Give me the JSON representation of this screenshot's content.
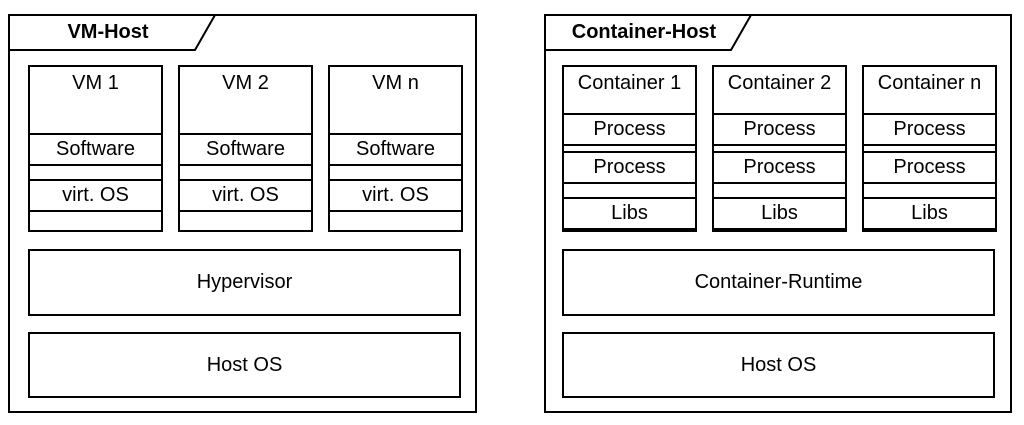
{
  "colors": {
    "border": "#000000",
    "background": "#ffffff",
    "text": "#000000"
  },
  "diagrams": [
    {
      "title": "VM-Host",
      "stacks": [
        {
          "title": "VM 1",
          "rows": [
            "Software",
            "virt. OS"
          ]
        },
        {
          "title": "VM 2",
          "rows": [
            "Software",
            "virt. OS"
          ]
        },
        {
          "title": "VM n",
          "rows": [
            "Software",
            "virt. OS"
          ]
        }
      ],
      "layers": [
        "Hypervisor",
        "Host OS"
      ]
    },
    {
      "title": "Container-Host",
      "stacks": [
        {
          "title": "Container 1",
          "rows": [
            "Process",
            "Process",
            "Libs"
          ]
        },
        {
          "title": "Container 2",
          "rows": [
            "Process",
            "Process",
            "Libs"
          ]
        },
        {
          "title": "Container n",
          "rows": [
            "Process",
            "Process",
            "Libs"
          ]
        }
      ],
      "layers": [
        "Container-Runtime",
        "Host OS"
      ]
    }
  ]
}
